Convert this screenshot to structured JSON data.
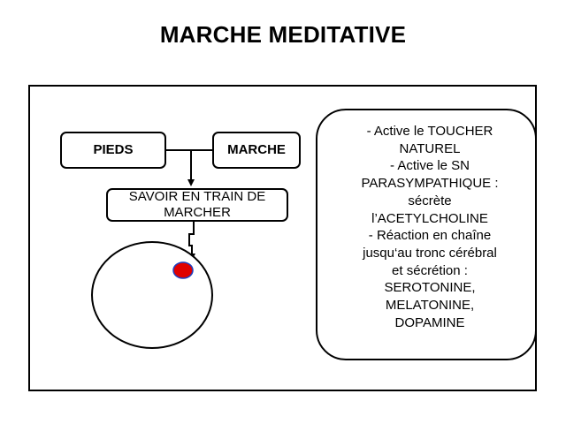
{
  "title": "MARCHE MEDITATIVE",
  "nodes": {
    "pieds": "PIEDS",
    "marche": "MARCHE",
    "savoir_line1": "SAVOIR EN TRAIN DE",
    "savoir_line2": "MARCHER"
  },
  "panel_lines": [
    "- Active le TOUCHER",
    "NATUREL",
    "- Active le SN",
    "PARASYMPATHIQUE :",
    "sécrète",
    "l’ACETYLCHOLINE",
    "- Réaction en chaîne",
    "jusqu‘au tronc cérébral",
    "et sécrétion :",
    "SEROTONINE,",
    "MELATONINE,",
    "DOPAMINE"
  ],
  "colors": {
    "line": "#000000",
    "dot_fill": "#e00000",
    "dot_stroke": "#1f3fbf"
  }
}
